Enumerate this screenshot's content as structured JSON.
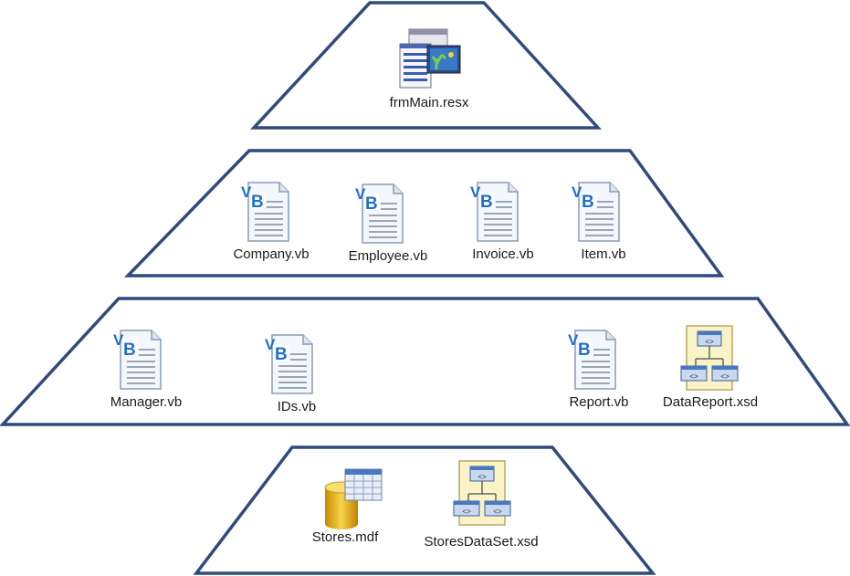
{
  "layers": [
    {
      "files": [
        {
          "name": "frmMain.resx",
          "icon": "resx-form-icon"
        }
      ]
    },
    {
      "files": [
        {
          "name": "Company.vb",
          "icon": "vb-file-icon"
        },
        {
          "name": "Employee.vb",
          "icon": "vb-file-icon"
        },
        {
          "name": "Invoice.vb",
          "icon": "vb-file-icon"
        },
        {
          "name": "Item.vb",
          "icon": "vb-file-icon"
        }
      ]
    },
    {
      "files": [
        {
          "name": "Manager.vb",
          "icon": "vb-file-icon"
        },
        {
          "name": "IDs.vb",
          "icon": "vb-file-icon"
        },
        {
          "name": "Report.vb",
          "icon": "vb-file-icon"
        },
        {
          "name": "DataReport.xsd",
          "icon": "xsd-dataset-icon"
        }
      ]
    },
    {
      "files": [
        {
          "name": "Stores.mdf",
          "icon": "database-icon"
        },
        {
          "name": "StoresDataSet.xsd",
          "icon": "xsd-dataset-icon"
        }
      ]
    }
  ],
  "colors": {
    "outline": "#2f4b7c",
    "vb_blue": "#1f6fd0"
  }
}
